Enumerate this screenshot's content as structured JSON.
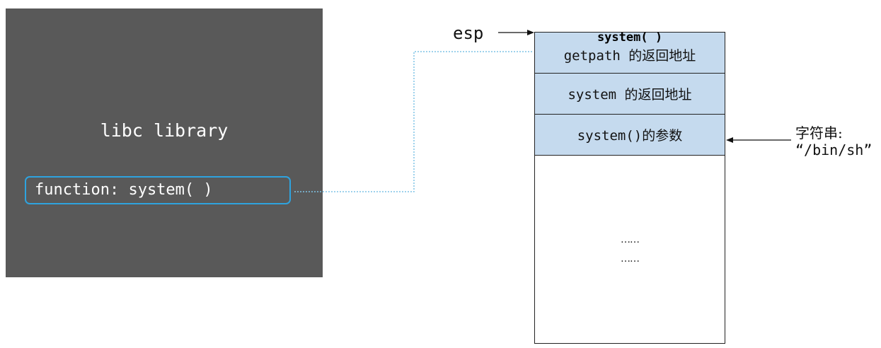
{
  "libc_panel": {
    "title": "libc library",
    "function_label": "function: system( )"
  },
  "esp_label": "esp",
  "stack": {
    "overlay_label": "system( )",
    "slots": [
      "getpath 的返回地址",
      "system 的返回地址",
      "system()的参数"
    ],
    "ellipsis_1": "……",
    "ellipsis_2": "……"
  },
  "string_annotation": {
    "label": "字符串:",
    "value": "“/bin/sh”"
  },
  "colors": {
    "panel_bg": "#595959",
    "function_border": "#2ea3df",
    "slot_fill": "#c5daee",
    "connector": "#7fc4e6"
  }
}
